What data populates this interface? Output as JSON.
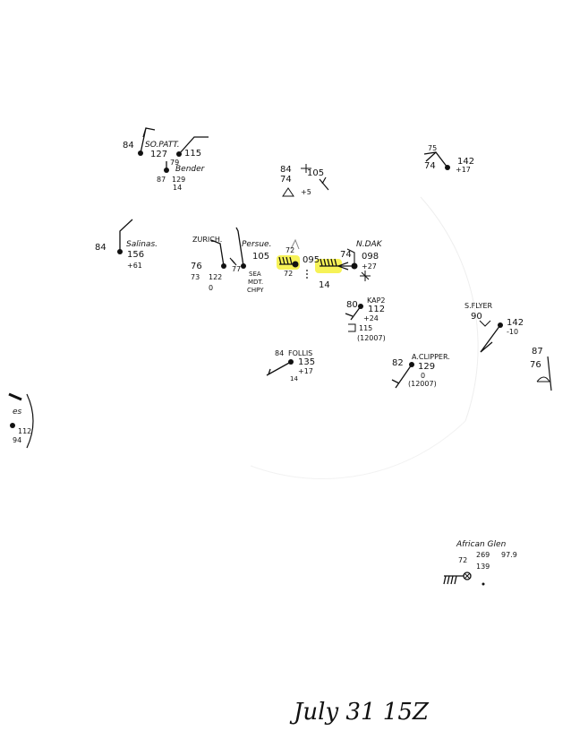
{
  "caption": "July 31 15Z",
  "colors": {
    "ink": "#111111",
    "highlight": "#f4f03a"
  },
  "stations": [
    {
      "id": "so-patt",
      "name": "SO.PATT.",
      "texts": [
        "84",
        "127",
        "79",
        "115",
        "87",
        "129",
        "14"
      ],
      "sub": [
        "Bender"
      ]
    },
    {
      "id": "unnamed-north",
      "name": "",
      "texts": [
        "84",
        "74",
        "105",
        "+5"
      ],
      "sub": []
    },
    {
      "id": "northeast",
      "name": "",
      "texts": [
        "75",
        "74",
        "142",
        "+17"
      ],
      "sub": []
    },
    {
      "id": "salinas",
      "name": "Salinas.",
      "texts": [
        "84",
        "156",
        "+61"
      ],
      "sub": []
    },
    {
      "id": "zurich",
      "name": "ZURICH.",
      "texts": [
        "76",
        "73",
        "122",
        "77",
        "0"
      ],
      "sub": []
    },
    {
      "id": "perseus",
      "name": "Persue.",
      "texts": [
        "105",
        "SEA",
        "MDT.",
        "CHPY"
      ],
      "sub": []
    },
    {
      "id": "hl-west",
      "name": "",
      "texts": [
        "72",
        "72",
        "095"
      ],
      "sub": []
    },
    {
      "id": "n-dak",
      "name": "N.DAK",
      "texts": [
        "74",
        "098",
        "+27",
        "14"
      ],
      "sub": []
    },
    {
      "id": "kap2",
      "name": "KAP2",
      "texts": [
        "80",
        "112",
        "+24",
        "115",
        "(12007)"
      ],
      "sub": []
    },
    {
      "id": "s-flyer",
      "name": "S.FLYER",
      "texts": [
        "90",
        "142",
        "-10"
      ],
      "sub": []
    },
    {
      "id": "follis",
      "name": "FOLLIS",
      "texts": [
        "84",
        "135",
        "+17",
        "14"
      ],
      "sub": []
    },
    {
      "id": "a-clipper",
      "name": "A.CLIPPER.",
      "texts": [
        "82",
        "129",
        "0",
        "(12007)"
      ],
      "sub": []
    },
    {
      "id": "east-edge",
      "name": "",
      "texts": [
        "87",
        "76"
      ],
      "sub": []
    },
    {
      "id": "west-edge",
      "name": "es",
      "texts": [
        "112",
        "94"
      ],
      "sub": []
    },
    {
      "id": "african-glen",
      "name": "African Glen",
      "texts": [
        "72",
        "269",
        "97.9",
        "139"
      ],
      "sub": []
    }
  ]
}
